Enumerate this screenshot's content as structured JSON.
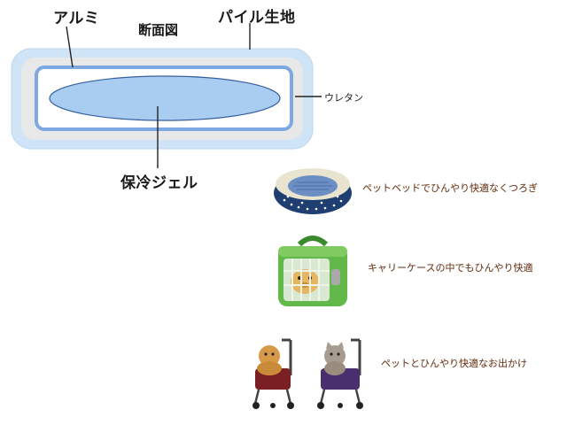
{
  "diagram": {
    "title": "断面図",
    "labels": {
      "aluminum": "アルミ",
      "pile_fabric": "パイル生地",
      "urethane": "ウレタン",
      "cooling_gel": "保冷ジェル"
    }
  },
  "products": [
    {
      "icon": "pet-bed-icon",
      "caption": "ペットベッドでひんやり快適なくつろぎ"
    },
    {
      "icon": "pet-carrier-icon",
      "caption": "キャリーケースの中でもひんやり快適"
    },
    {
      "icon": "pet-stroller-icon",
      "caption": "ペットとひんやり快適なお出かけ"
    }
  ],
  "colors": {
    "outer_layer": "#cfe4f6",
    "aluminum_layer": "#e6e6e6",
    "urethane_border": "#7ea9e0",
    "gel": "#a9cdf0",
    "caption": "#6b3a1e"
  }
}
